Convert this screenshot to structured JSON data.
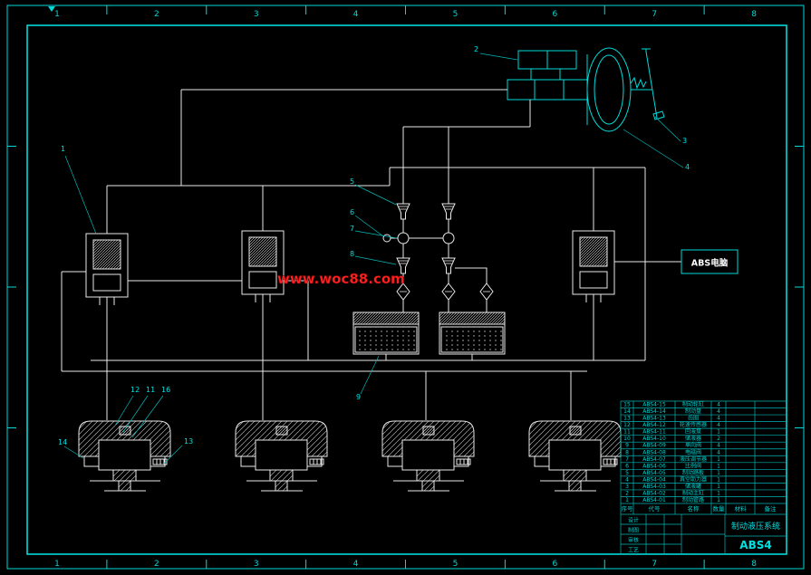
{
  "meta": {
    "background": "#000000",
    "frame_color": "#00dada",
    "line_color": "#e8e8e8",
    "watermark_color": "#ff2222"
  },
  "frame": {
    "zones_top": [
      "1",
      "2",
      "3",
      "4",
      "5",
      "6",
      "7",
      "8"
    ],
    "zones_bottom": [
      "1",
      "2",
      "3",
      "4",
      "5",
      "6",
      "7",
      "8"
    ]
  },
  "watermark": {
    "text": "www.woc88.com"
  },
  "schematic": {
    "abs_computer_label": "ABS电脑",
    "callouts": {
      "c1": "1",
      "c2": "2",
      "c3": "3",
      "c4": "4",
      "c5": "5",
      "c6": "6",
      "c7": "7",
      "c8": "8",
      "c9": "9",
      "c11": "11",
      "c12": "12",
      "c13": "13",
      "c14": "14",
      "c16": "16"
    }
  },
  "title_block": {
    "headers": [
      "序号",
      "代号",
      "名称",
      "数量",
      "材料",
      "备注"
    ],
    "parts": [
      {
        "no": "15",
        "code": "ABS4-15",
        "name": "制动轮缸",
        "qty": "4",
        "material": "",
        "note": ""
      },
      {
        "no": "14",
        "code": "ABS4-14",
        "name": "制动盘",
        "qty": "4",
        "material": "",
        "note": ""
      },
      {
        "no": "13",
        "code": "ABS4-13",
        "name": "齿圈",
        "qty": "4",
        "material": "",
        "note": ""
      },
      {
        "no": "12",
        "code": "ABS4-12",
        "name": "轮速传感器",
        "qty": "4",
        "material": "",
        "note": ""
      },
      {
        "no": "11",
        "code": "ABS4-11",
        "name": "回液泵",
        "qty": "1",
        "material": "",
        "note": ""
      },
      {
        "no": "10",
        "code": "ABS4-10",
        "name": "储液器",
        "qty": "2",
        "material": "",
        "note": ""
      },
      {
        "no": "9",
        "code": "ABS4-09",
        "name": "单向阀",
        "qty": "4",
        "material": "",
        "note": ""
      },
      {
        "no": "8",
        "code": "ABS4-08",
        "name": "电磁阀",
        "qty": "4",
        "material": "",
        "note": ""
      },
      {
        "no": "7",
        "code": "ABS4-07",
        "name": "液压调节器",
        "qty": "1",
        "material": "",
        "note": ""
      },
      {
        "no": "6",
        "code": "ABS4-06",
        "name": "比例阀",
        "qty": "1",
        "material": "",
        "note": ""
      },
      {
        "no": "5",
        "code": "ABS4-05",
        "name": "制动踏板",
        "qty": "1",
        "material": "",
        "note": ""
      },
      {
        "no": "4",
        "code": "ABS4-04",
        "name": "真空助力器",
        "qty": "1",
        "material": "",
        "note": ""
      },
      {
        "no": "3",
        "code": "ABS4-03",
        "name": "储液罐",
        "qty": "1",
        "material": "",
        "note": ""
      },
      {
        "no": "2",
        "code": "ABS4-02",
        "name": "制动主缸",
        "qty": "1",
        "material": "",
        "note": ""
      },
      {
        "no": "1",
        "code": "ABS4-01",
        "name": "制动管路",
        "qty": "1",
        "material": "",
        "note": ""
      }
    ],
    "signature_labels": [
      "设计",
      "制图",
      "审核",
      "工艺"
    ],
    "drawing_title": "制动液压系统",
    "drawing_no": "ABS4"
  }
}
